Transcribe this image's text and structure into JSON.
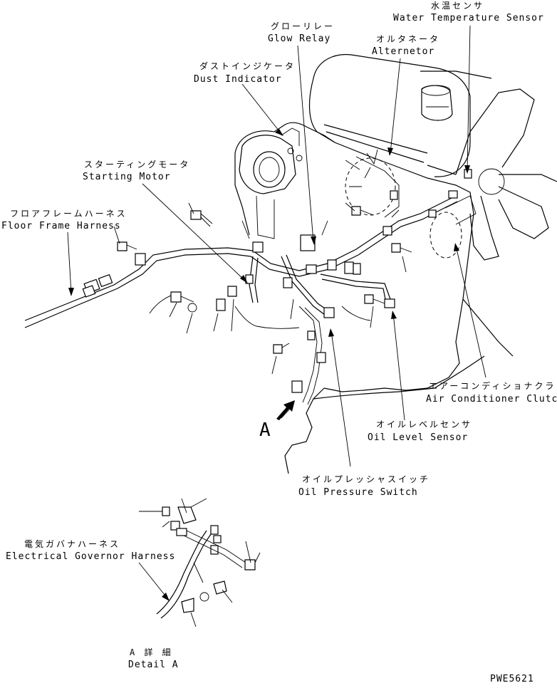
{
  "labels": {
    "water_temp_jp": "水温センサ",
    "water_temp_en": "Water Temperature Sensor",
    "glow_relay_jp": "グローリレー",
    "glow_relay_en": "Glow Relay",
    "alternator_jp": "オルタネータ",
    "alternator_en": "Alternetor",
    "dust_indicator_jp": "ダストインジケータ",
    "dust_indicator_en": "Dust Indicator",
    "starting_motor_jp": "スターティングモータ",
    "starting_motor_en": "Starting Motor",
    "floor_harness_jp": "フロアフレームハーネス",
    "floor_harness_en": "Floor Frame Harness",
    "ac_clutch_jp": "エアーコンディショナクラッチ",
    "ac_clutch_en": "Air Conditioner Clutch",
    "oil_level_jp": "オイルレベルセンサ",
    "oil_level_en": "Oil Level Sensor",
    "oil_pressure_jp": "オイルプレッシャスイッチ",
    "oil_pressure_en": "Oil Pressure Switch",
    "gov_harness_jp": "電気ガバナハーネス",
    "gov_harness_en": "Electrical Governor Harness",
    "view_marker": "A",
    "detail_jp": "A 詳 細",
    "detail_en": "Detail A",
    "drawing_code": "PWE5621"
  }
}
